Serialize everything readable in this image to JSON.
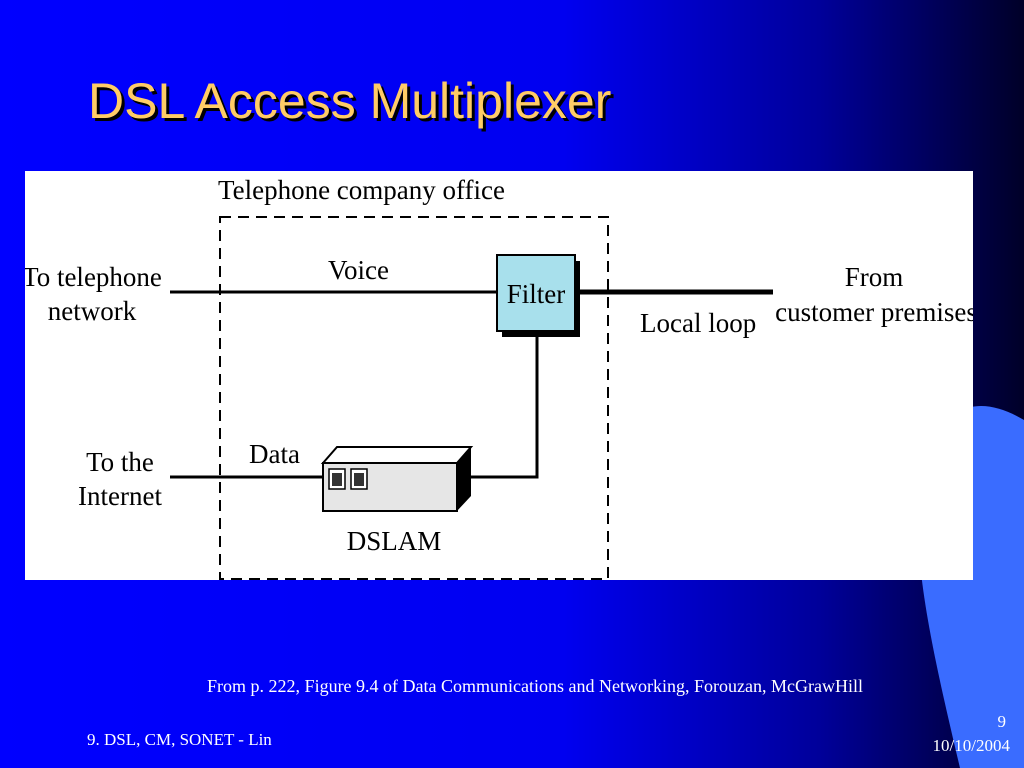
{
  "slide": {
    "title": "DSL Access Multiplexer",
    "caption": "From p. 222, Figure 9.4 of Data Communications and Networking, Forouzan, McGrawHill",
    "footer_left": "9. DSL, CM, SONET - Lin",
    "page_number": "9",
    "date": "10/10/2004"
  },
  "diagram": {
    "office_label": "Telephone company office",
    "voice_label": "Voice",
    "data_label": "Data",
    "filter_label": "Filter",
    "dslam_label": "DSLAM",
    "local_loop_label": "Local loop",
    "telephone_network_label": [
      "To telephone",
      "network"
    ],
    "internet_label": [
      "To the",
      "Internet"
    ],
    "customer_label": [
      "From",
      "customer premises"
    ]
  },
  "colors": {
    "background": "#0000ff",
    "title": "#ffcc66",
    "filter_fill": "#a8e0ec",
    "accent_swoosh": "#3a6cff"
  }
}
